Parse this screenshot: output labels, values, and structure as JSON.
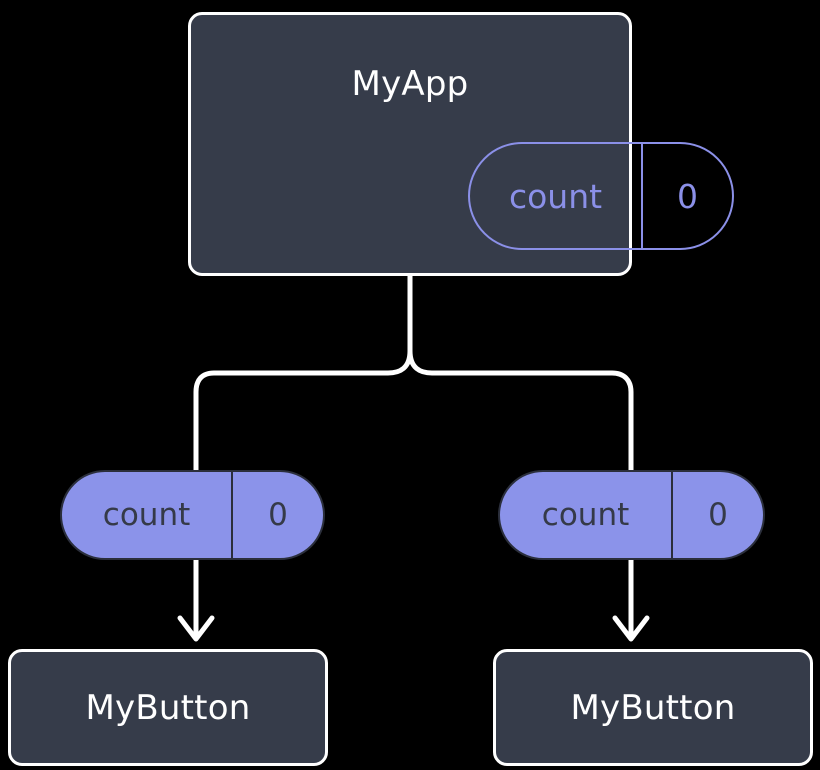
{
  "diagram": {
    "type": "component-tree",
    "background_color": "#000000",
    "colors": {
      "box_fill": "#363c4a",
      "box_border": "#ffffff",
      "pill_outline": "#8b90e8",
      "pill_fill": "#8b93ea",
      "pill_fill_text": "#353a48",
      "connector": "#ffffff"
    },
    "root": {
      "title": "MyApp",
      "state": {
        "key": "count",
        "value": "0"
      }
    },
    "children": [
      {
        "title": "MyButton",
        "prop": {
          "key": "count",
          "value": "0"
        }
      },
      {
        "title": "MyButton",
        "prop": {
          "key": "count",
          "value": "0"
        }
      }
    ]
  }
}
